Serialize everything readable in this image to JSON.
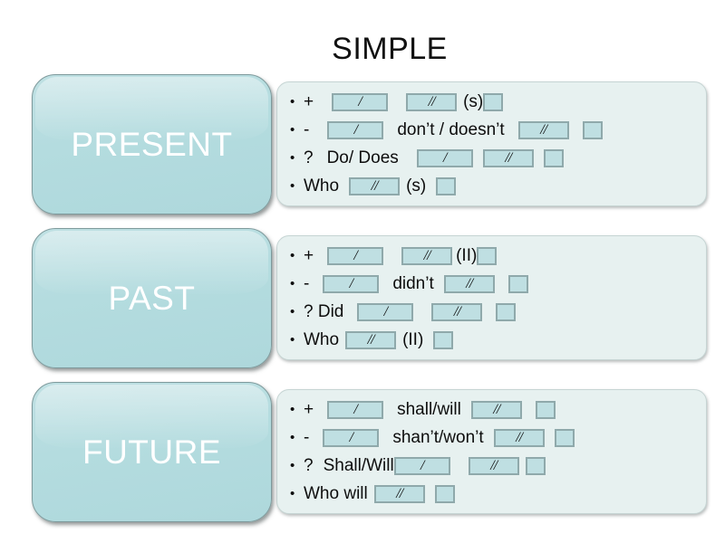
{
  "title": "SIMPLE",
  "colors": {
    "label_box_fill": "#b3dde0",
    "panel_fill": "#e7f1f0",
    "slot_fill": "#bfdfe2",
    "slot_border": "#8fa9ab",
    "label_text": "#ffffff",
    "body_text": "#0d0d0d",
    "page_background": "#ffffff"
  },
  "sections": [
    {
      "id": "present",
      "label": "PRESENT",
      "lines": [
        {
          "id": "present-affirmative",
          "bullet": "•",
          "tokens": [
            {
              "type": "text",
              "value": "+"
            },
            {
              "type": "gap",
              "size": "sp10"
            },
            {
              "type": "slot",
              "size": "long",
              "mark": "/"
            },
            {
              "type": "gap",
              "size": "sp10"
            },
            {
              "type": "slot",
              "size": "med",
              "mark": "//"
            },
            {
              "type": "gap",
              "size": "sp4"
            },
            {
              "type": "text",
              "value": "(s)"
            },
            {
              "type": "slot",
              "size": "small",
              "mark": ""
            }
          ]
        },
        {
          "id": "present-negative",
          "bullet": "•",
          "tokens": [
            {
              "type": "text",
              "value": "-"
            },
            {
              "type": "gap",
              "size": "sp10"
            },
            {
              "type": "slot",
              "size": "long",
              "mark": "/"
            },
            {
              "type": "gap",
              "size": "sp8"
            },
            {
              "type": "text",
              "value": "don’t / doesn’t"
            },
            {
              "type": "gap",
              "size": "sp8"
            },
            {
              "type": "slot",
              "size": "med",
              "mark": "//"
            },
            {
              "type": "gap",
              "size": "sp8"
            },
            {
              "type": "slot",
              "size": "small",
              "mark": ""
            }
          ]
        },
        {
          "id": "present-question",
          "bullet": "•",
          "tokens": [
            {
              "type": "text",
              "value": "?"
            },
            {
              "type": "gap",
              "size": "sp8"
            },
            {
              "type": "text",
              "value": "Do/ Does"
            },
            {
              "type": "gap",
              "size": "sp10"
            },
            {
              "type": "slot",
              "size": "long",
              "mark": "/"
            },
            {
              "type": "gap",
              "size": "sp6"
            },
            {
              "type": "slot",
              "size": "med",
              "mark": "//"
            },
            {
              "type": "gap",
              "size": "sp6"
            },
            {
              "type": "slot",
              "size": "small",
              "mark": ""
            }
          ]
        },
        {
          "id": "present-who",
          "bullet": "•",
          "tokens": [
            {
              "type": "text",
              "value": "Who"
            },
            {
              "type": "gap",
              "size": "sp6"
            },
            {
              "type": "slot",
              "size": "med",
              "mark": "//"
            },
            {
              "type": "gap",
              "size": "sp4"
            },
            {
              "type": "text",
              "value": "(s)"
            },
            {
              "type": "gap",
              "size": "sp6"
            },
            {
              "type": "slot",
              "size": "small",
              "mark": ""
            }
          ]
        }
      ]
    },
    {
      "id": "past",
      "label": "PAST",
      "lines": [
        {
          "id": "past-affirmative",
          "bullet": "•",
          "tokens": [
            {
              "type": "text",
              "value": "+"
            },
            {
              "type": "gap",
              "size": "sp8"
            },
            {
              "type": "slot",
              "size": "long",
              "mark": "/"
            },
            {
              "type": "gap",
              "size": "sp10"
            },
            {
              "type": "slot",
              "size": "med",
              "mark": "//"
            },
            {
              "type": "gap",
              "size": "sp2"
            },
            {
              "type": "text",
              "value": "(II)"
            },
            {
              "type": "slot",
              "size": "small",
              "mark": ""
            }
          ]
        },
        {
          "id": "past-negative",
          "bullet": "•",
          "tokens": [
            {
              "type": "text",
              "value": "-"
            },
            {
              "type": "gap",
              "size": "sp8"
            },
            {
              "type": "slot",
              "size": "long",
              "mark": "/"
            },
            {
              "type": "gap",
              "size": "sp8"
            },
            {
              "type": "text",
              "value": "didn’t"
            },
            {
              "type": "gap",
              "size": "sp6"
            },
            {
              "type": "slot",
              "size": "med",
              "mark": "//"
            },
            {
              "type": "gap",
              "size": "sp8"
            },
            {
              "type": "slot",
              "size": "small",
              "mark": ""
            }
          ]
        },
        {
          "id": "past-question",
          "bullet": "•",
          "tokens": [
            {
              "type": "text",
              "value": "? Did"
            },
            {
              "type": "gap",
              "size": "sp8"
            },
            {
              "type": "slot",
              "size": "long",
              "mark": "/"
            },
            {
              "type": "gap",
              "size": "sp10"
            },
            {
              "type": "slot",
              "size": "med",
              "mark": "//"
            },
            {
              "type": "gap",
              "size": "sp8"
            },
            {
              "type": "slot",
              "size": "small",
              "mark": ""
            }
          ]
        },
        {
          "id": "past-who",
          "bullet": "•",
          "tokens": [
            {
              "type": "text",
              "value": "Who"
            },
            {
              "type": "gap",
              "size": "sp4"
            },
            {
              "type": "slot",
              "size": "med",
              "mark": "//"
            },
            {
              "type": "gap",
              "size": "sp4"
            },
            {
              "type": "text",
              "value": "(II)"
            },
            {
              "type": "gap",
              "size": "sp6"
            },
            {
              "type": "slot",
              "size": "small",
              "mark": ""
            }
          ]
        }
      ]
    },
    {
      "id": "future",
      "label": "FUTURE",
      "lines": [
        {
          "id": "future-affirmative",
          "bullet": "•",
          "tokens": [
            {
              "type": "text",
              "value": "+"
            },
            {
              "type": "gap",
              "size": "sp8"
            },
            {
              "type": "slot",
              "size": "long",
              "mark": "/"
            },
            {
              "type": "gap",
              "size": "sp8"
            },
            {
              "type": "text",
              "value": "shall/will"
            },
            {
              "type": "gap",
              "size": "sp6"
            },
            {
              "type": "slot",
              "size": "med",
              "mark": "//"
            },
            {
              "type": "gap",
              "size": "sp8"
            },
            {
              "type": "slot",
              "size": "small",
              "mark": ""
            }
          ]
        },
        {
          "id": "future-negative",
          "bullet": "•",
          "tokens": [
            {
              "type": "text",
              "value": "-"
            },
            {
              "type": "gap",
              "size": "sp8"
            },
            {
              "type": "slot",
              "size": "long",
              "mark": "/"
            },
            {
              "type": "gap",
              "size": "sp8"
            },
            {
              "type": "text",
              "value": "shan’t/won’t"
            },
            {
              "type": "gap",
              "size": "sp6"
            },
            {
              "type": "slot",
              "size": "med",
              "mark": "//"
            },
            {
              "type": "gap",
              "size": "sp6"
            },
            {
              "type": "slot",
              "size": "small",
              "mark": ""
            }
          ]
        },
        {
          "id": "future-question",
          "bullet": "•",
          "tokens": [
            {
              "type": "text",
              "value": "?"
            },
            {
              "type": "gap",
              "size": "sp6"
            },
            {
              "type": "text",
              "value": "Shall/Will"
            },
            {
              "type": "slot",
              "size": "long",
              "mark": "/"
            },
            {
              "type": "gap",
              "size": "sp10"
            },
            {
              "type": "slot",
              "size": "med",
              "mark": "//"
            },
            {
              "type": "gap",
              "size": "sp4"
            },
            {
              "type": "slot",
              "size": "small",
              "mark": ""
            }
          ]
        },
        {
          "id": "future-who",
          "bullet": "•",
          "tokens": [
            {
              "type": "text",
              "value": "Who will"
            },
            {
              "type": "gap",
              "size": "sp4"
            },
            {
              "type": "slot",
              "size": "med",
              "mark": "//"
            },
            {
              "type": "gap",
              "size": "sp6"
            },
            {
              "type": "slot",
              "size": "small",
              "mark": ""
            }
          ]
        }
      ]
    }
  ]
}
